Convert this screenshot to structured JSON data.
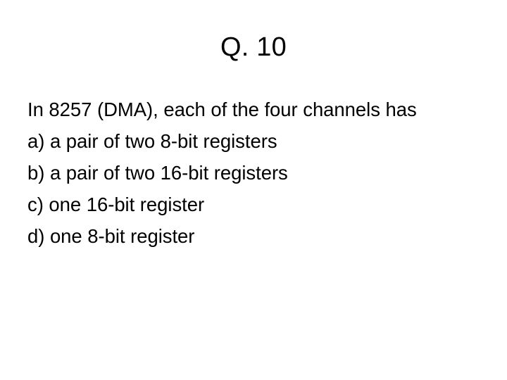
{
  "slide": {
    "title": "Q. 10",
    "question": "In 8257 (DMA), each of the four channels has",
    "options": [
      {
        "label": "a) a pair of two 8-bit registers"
      },
      {
        "label": "b) a pair of two 16-bit registers"
      },
      {
        "label": "c) one 16-bit register"
      },
      {
        "label": "d) one 8-bit register"
      }
    ],
    "colors": {
      "background": "#ffffff",
      "text": "#000000"
    }
  }
}
